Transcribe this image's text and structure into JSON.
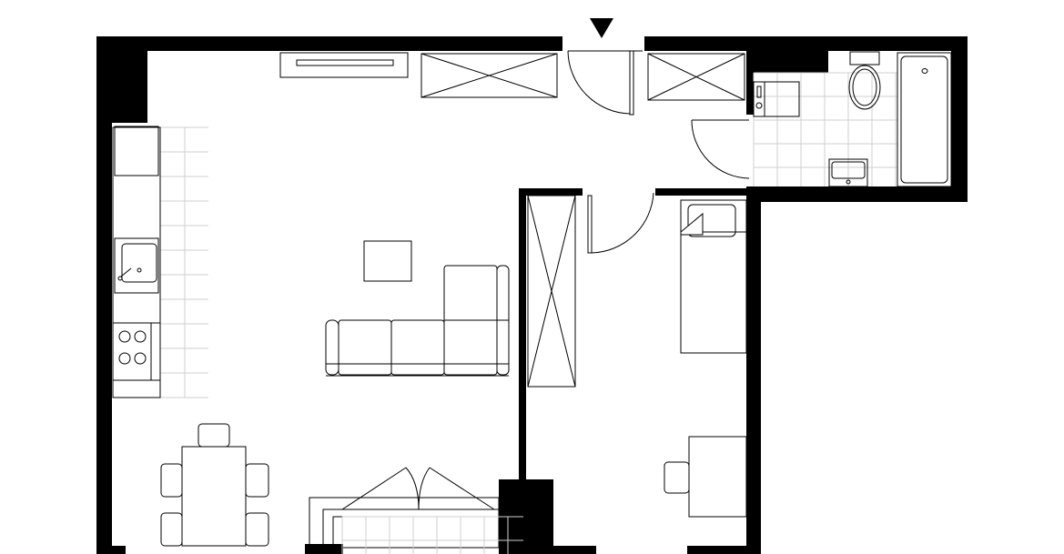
{
  "plan": {
    "colors": {
      "wall": "#000000",
      "furniture_stroke": "#000000",
      "tile_grid": "#cfcfcf",
      "background": "#ffffff"
    },
    "entrance_marker_icon": "entrance-arrow-icon",
    "rooms": [
      "living-kitchen",
      "hallway",
      "bathroom",
      "bedroom",
      "balcony"
    ]
  }
}
